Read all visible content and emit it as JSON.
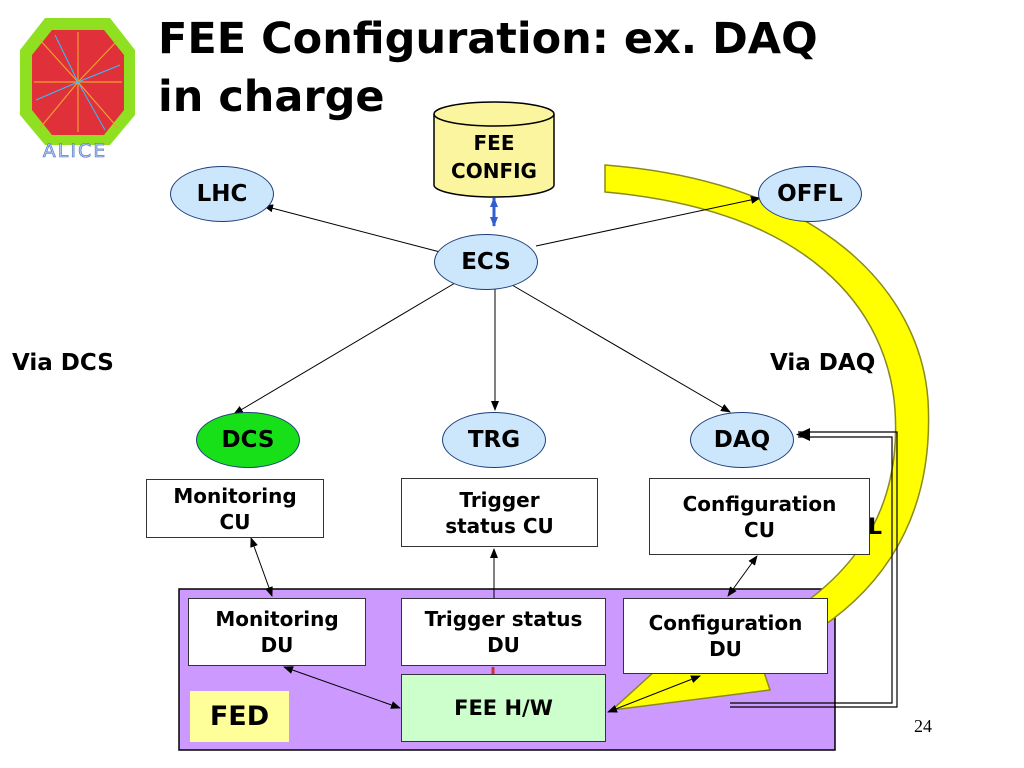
{
  "title": {
    "line1": "FEE Configuration: ex. DAQ",
    "line2": "in charge"
  },
  "logo": {
    "icon": "alice-logo-icon",
    "text": "ALICE"
  },
  "database": {
    "line1": "FEE",
    "line2": "CONFIG",
    "color": "#fbf5a0"
  },
  "nodes": {
    "lhc": "LHC",
    "offl": "OFFL",
    "ecs": "ECS",
    "dcs": "DCS",
    "trg": "TRG",
    "daq": "DAQ"
  },
  "side_labels": {
    "via_dcs": "Via DCS",
    "via_daq": "Via DAQ",
    "partial": "L"
  },
  "control_units": {
    "monitoring": {
      "line1": "Monitoring",
      "line2": "CU"
    },
    "trigger": {
      "line1": "Trigger",
      "line2": "status CU"
    },
    "configuration": {
      "line1": "Configuration",
      "line2": "CU"
    }
  },
  "device_units": {
    "monitoring": {
      "line1": "Monitoring",
      "line2": "DU"
    },
    "trigger": {
      "line1": "Trigger status",
      "line2": "DU"
    },
    "configuration": {
      "line1": "Configuration",
      "line2": "DU"
    }
  },
  "fed_label": "FED",
  "fee_hw": "FEE H/W",
  "page_number": "24",
  "colors": {
    "ellipse_fill": "#cce6fb",
    "dcs_fill": "#18e018",
    "fed_fill": "#cc99ff",
    "fed_label_fill": "#ffff99",
    "fee_hw_fill": "#ccffcc",
    "arrow_fill": "#ffff00"
  }
}
